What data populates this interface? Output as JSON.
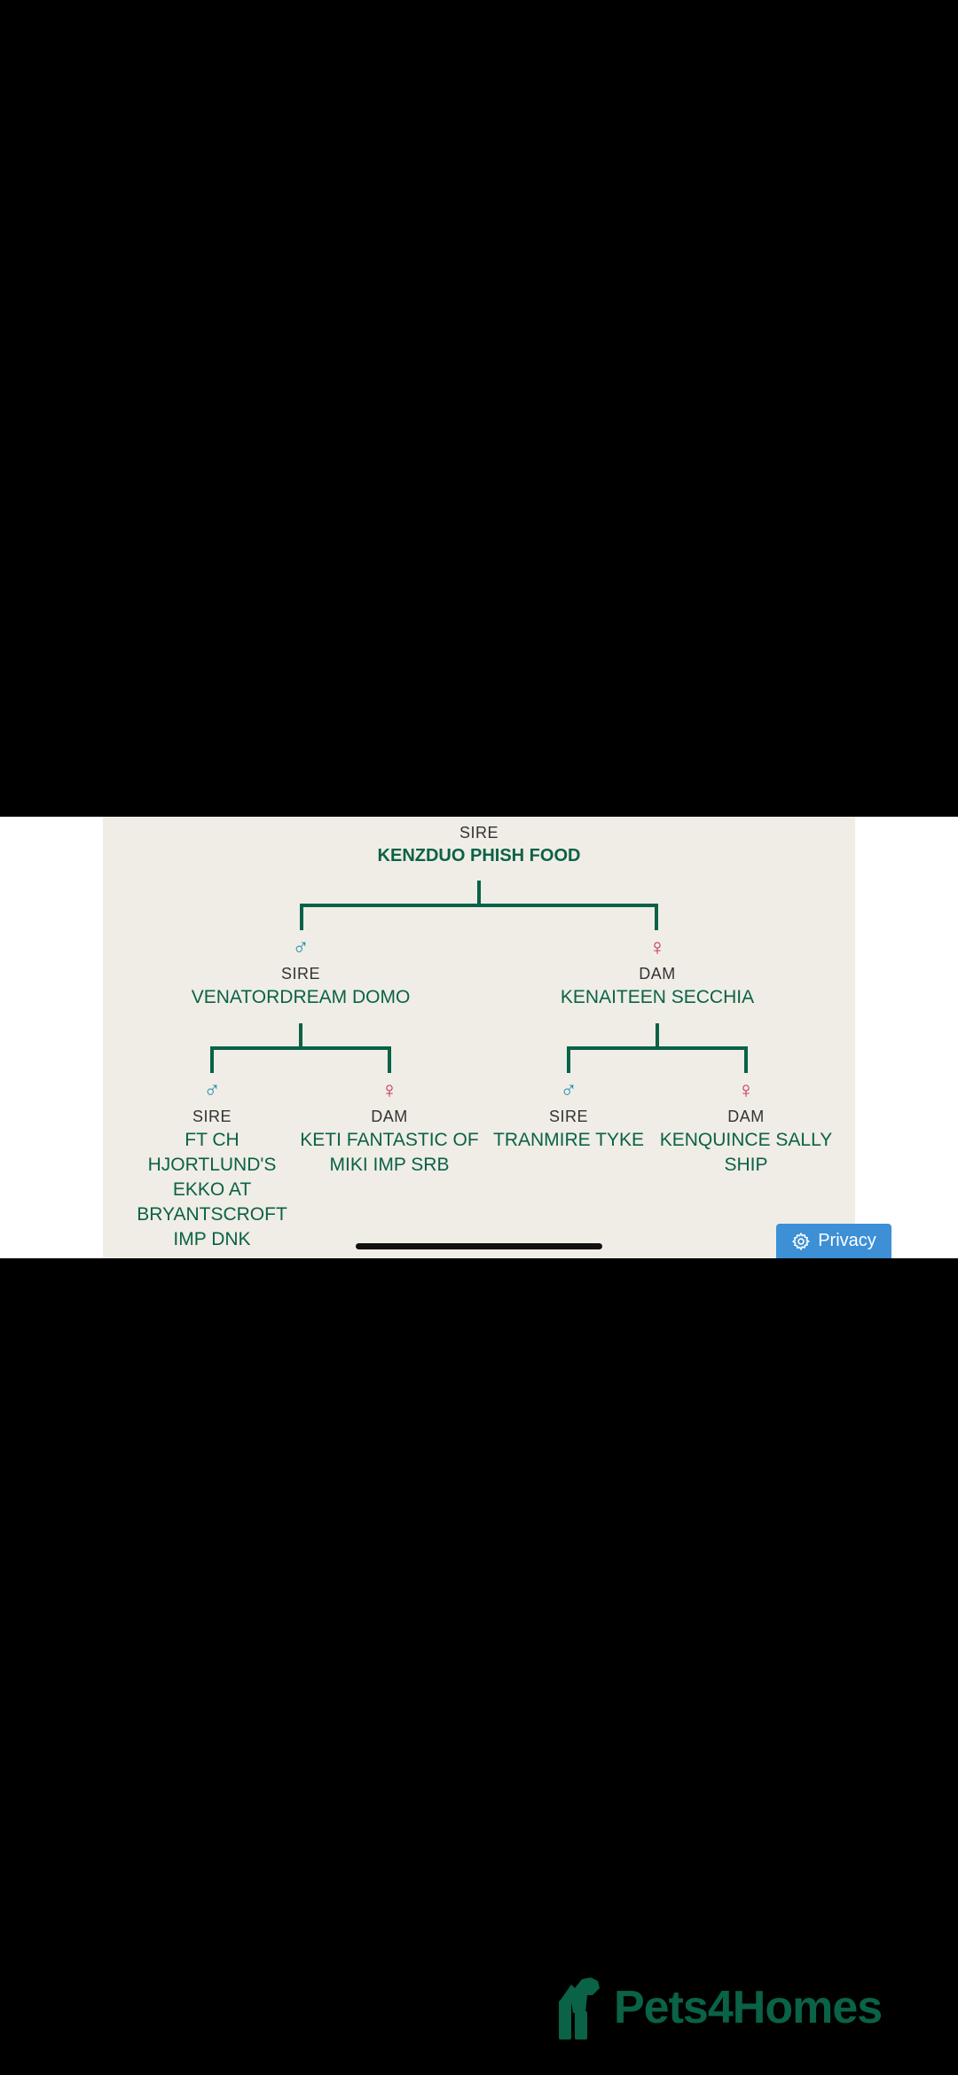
{
  "pedigree": {
    "root": {
      "role": "SIRE",
      "name": "KENZDUO PHISH FOOD"
    },
    "parents": [
      {
        "symbol": "♂",
        "role": "SIRE",
        "name": "VENATORDREAM DOMO"
      },
      {
        "symbol": "♀",
        "role": "DAM",
        "name": "KENAITEEN SECCHIA"
      }
    ],
    "grandparents": [
      {
        "symbol": "♂",
        "role": "SIRE",
        "name_lines": [
          "FT CH",
          "HJORTLUND'S",
          "EKKO AT",
          "BRYANTSCROFT",
          "IMP DNK"
        ]
      },
      {
        "symbol": "♀",
        "role": "DAM",
        "name_lines": [
          "KETI FANTASTIC OF",
          "MIKI IMP SRB"
        ]
      },
      {
        "symbol": "♂",
        "role": "SIRE",
        "name_lines": [
          "TRANMIRE TYKE"
        ]
      },
      {
        "symbol": "♀",
        "role": "DAM",
        "name_lines": [
          "KENQUINCE SALLY",
          "SHIP"
        ]
      }
    ]
  },
  "privacy_button": {
    "label": "Privacy",
    "icon": "gear-icon"
  },
  "logo": {
    "text": "Pets4Homes",
    "icon": "dog-silhouette-icon"
  },
  "colors": {
    "brand_green": "#0a6247",
    "male_blue": "#1e8cb4",
    "female_red": "#c8284c",
    "panel_bg": "#f0ede6",
    "privacy_blue": "#3d8fd6"
  }
}
